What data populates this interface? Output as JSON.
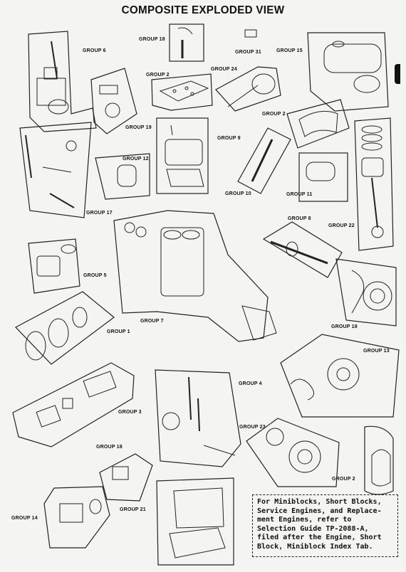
{
  "title": "COMPOSITE EXPLODED VIEW",
  "labels": {
    "g6": "GROUP 6",
    "g18a": "GROUP 18",
    "g31": "GROUP 31",
    "g15": "GROUP 15",
    "g2a": "GROUP 2",
    "g24": "GROUP 24",
    "g2b": "GROUP 2",
    "g19": "GROUP 19",
    "g9": "GROUP 9",
    "g12": "GROUP 12",
    "g10": "GROUP 10",
    "g11": "GROUP 11",
    "g17": "GROUP 17",
    "g8": "GROUP 8",
    "g22": "GROUP 22",
    "g5": "GROUP 5",
    "g7": "GROUP 7",
    "g1": "GROUP 1",
    "g18b": "GROUP 18",
    "g13": "GROUP 13",
    "g4": "GROUP 4",
    "g3": "GROUP 3",
    "g23": "GROUP 23",
    "g18c": "GROUP 18",
    "g2c": "GROUP 2",
    "g21": "GROUP 21",
    "g14": "GROUP 14"
  },
  "note": {
    "l1": "For Miniblocks, Short Blocks,",
    "l2": "Service Engines, and Replace-",
    "l3": "ment Engines, refer to",
    "l4": "Selection Guide TP-2088-A,",
    "l5": "filed after the Engine, Short",
    "l6": "Block, Miniblock Index Tab."
  }
}
